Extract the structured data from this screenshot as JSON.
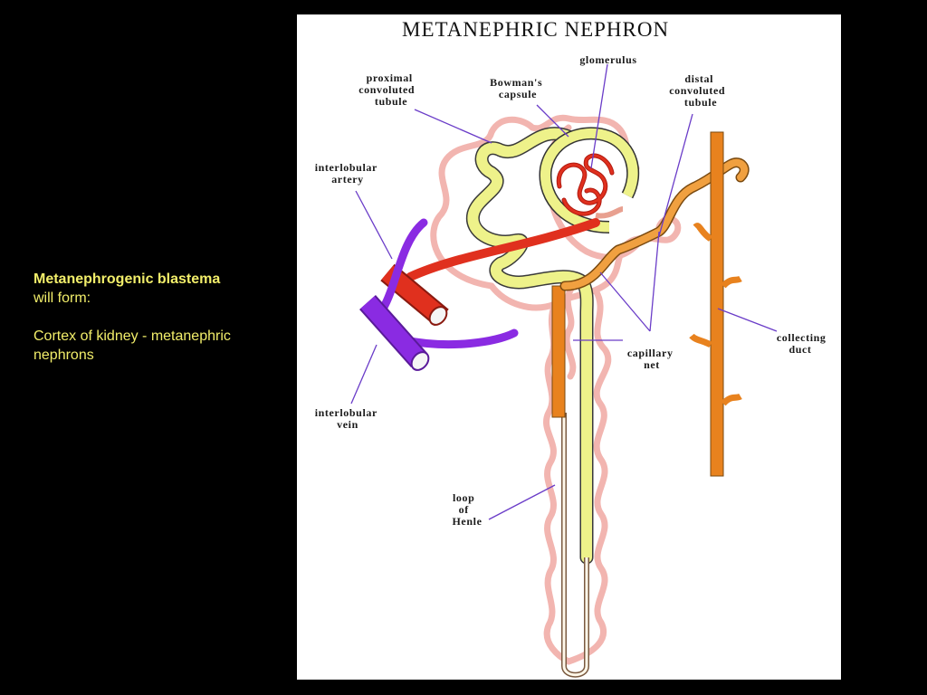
{
  "caption": {
    "heading": "Metanephrogenic blastema",
    "line2": "will form:",
    "line3": "Cortex of kidney - metanephric",
    "line4": "nephrons"
  },
  "diagram": {
    "title": "METANEPHRIC NEPHRON",
    "labels": {
      "proximal": [
        "proximal",
        "convoluted",
        "tubule"
      ],
      "bowman": [
        "Bowman's",
        "capsule"
      ],
      "glomerulus": [
        "glomerulus"
      ],
      "distal": [
        "distal",
        "convoluted",
        "tubule"
      ],
      "artery": [
        "interlobular",
        "artery"
      ],
      "vein": [
        "interlobular",
        "vein"
      ],
      "capillary": [
        "capillary",
        "net"
      ],
      "collecting": [
        "collecting",
        "duct"
      ],
      "henle": [
        "loop",
        "of",
        "Henle"
      ]
    },
    "colors": {
      "tubule": "#eef28a",
      "capillary": "#f2b5b0",
      "artery": "#e0301e",
      "vein": "#8a2be2",
      "distal": "#f0a040",
      "collecting": "#e8821e",
      "leader": "#6a3cc8"
    }
  }
}
